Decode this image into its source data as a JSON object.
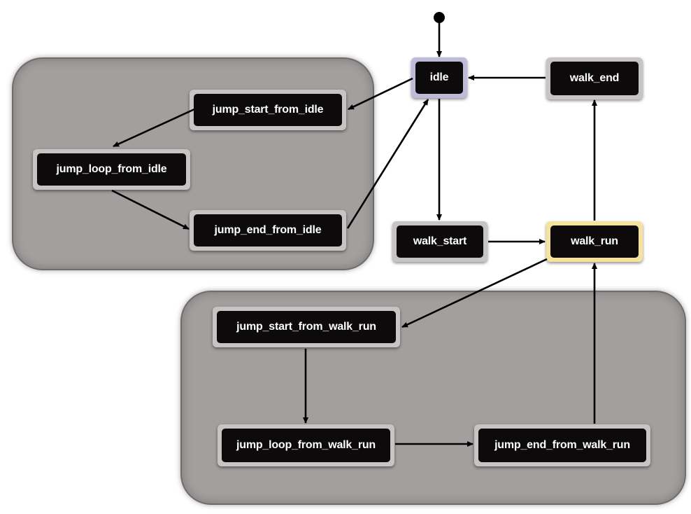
{
  "diagram": {
    "states": {
      "idle": "idle",
      "walk_end": "walk_end",
      "walk_start": "walk_start",
      "walk_run": "walk_run",
      "jump_start_from_idle": "jump_start_from_idle",
      "jump_loop_from_idle": "jump_loop_from_idle",
      "jump_end_from_idle": "jump_end_from_idle",
      "jump_start_from_walk_run": "jump_start_from_walk_run",
      "jump_loop_from_walk_run": "jump_loop_from_walk_run",
      "jump_end_from_walk_run": "jump_end_from_walk_run"
    },
    "entry_state": "idle",
    "current_state": "walk_run",
    "transitions": [
      {
        "from": "entry",
        "to": "idle"
      },
      {
        "from": "walk_end",
        "to": "idle"
      },
      {
        "from": "idle",
        "to": "jump_start_from_idle"
      },
      {
        "from": "jump_start_from_idle",
        "to": "jump_loop_from_idle"
      },
      {
        "from": "jump_loop_from_idle",
        "to": "jump_end_from_idle"
      },
      {
        "from": "jump_end_from_idle",
        "to": "idle"
      },
      {
        "from": "idle",
        "to": "walk_start"
      },
      {
        "from": "walk_start",
        "to": "walk_run"
      },
      {
        "from": "walk_run",
        "to": "walk_end"
      },
      {
        "from": "walk_run",
        "to": "jump_start_from_walk_run"
      },
      {
        "from": "jump_start_from_walk_run",
        "to": "jump_loop_from_walk_run"
      },
      {
        "from": "jump_loop_from_walk_run",
        "to": "jump_end_from_walk_run"
      },
      {
        "from": "jump_end_from_walk_run",
        "to": "walk_run"
      }
    ],
    "colors": {
      "node_fill": "#0c0a0b",
      "node_border": "#c7c5c4",
      "current_border": "#f7e29b",
      "entry_border": "#bdbcd8",
      "group_fill": "#a29f9e",
      "arrow": "#000000"
    }
  }
}
